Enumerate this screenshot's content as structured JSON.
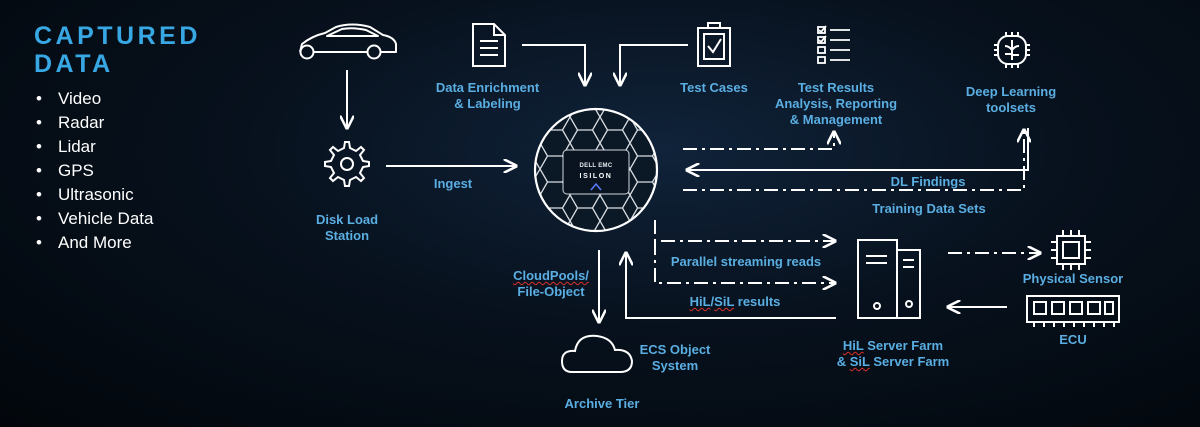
{
  "heading": {
    "line1": "CAPTURED",
    "line2": "DATA"
  },
  "data_types": [
    "Video",
    "Radar",
    "Lidar",
    "GPS",
    "Ultrasonic",
    "Vehicle Data",
    "And More"
  ],
  "nodes": {
    "data_enrichment": {
      "line1": "Data Enrichment",
      "line2": "& Labeling"
    },
    "test_cases": "Test Cases",
    "test_results": {
      "line1": "Test Results",
      "line2": "Analysis, Reporting",
      "line3": "& Management"
    },
    "deep_learning": {
      "line1": "Deep Learning",
      "line2": "toolsets"
    },
    "disk_load": {
      "line1": "Disk Load",
      "line2": "Station"
    },
    "isilon": {
      "brand": "DELL EMC",
      "name": "ISILON"
    },
    "ecs": {
      "line1": "ECS Object",
      "line2": "System"
    },
    "archive": "Archive Tier",
    "server_farm": {
      "line1_prefix": "HiL",
      "line1_rest": " Server Farm",
      "line2_prefix": "& ",
      "line2_sil": "SiL",
      "line2_rest": " Server Farm"
    },
    "physical_sensor": "Physical Sensor",
    "ecu": "ECU"
  },
  "flows": {
    "ingest": "Ingest",
    "dl_findings": "DL Findings",
    "training_sets": "Training Data Sets",
    "parallel_reads": "Parallel streaming reads",
    "cloudpools": {
      "line1": "CloudPools/",
      "line2": "File-Object"
    },
    "hil_results": {
      "hil": "HiL",
      "sep": "/",
      "sil": "SiL",
      "rest": " results"
    }
  },
  "colors": {
    "accent": "#5aaee2",
    "title": "#38a8e4",
    "lines": "#ffffff",
    "background": "#07111d"
  }
}
